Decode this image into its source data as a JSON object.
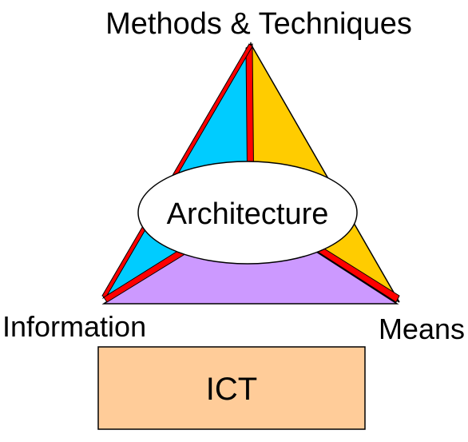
{
  "labels": {
    "top": "Methods & Techniques",
    "left": "Information",
    "right": "Means",
    "center": "Architecture",
    "base": "ICT"
  },
  "colors": {
    "left_face": "#00ccff",
    "right_face": "#ffcc00",
    "bottom_face": "#cc99ff",
    "divider": "#ff0000",
    "base_box": "#ffcc99",
    "outline": "#000000",
    "ellipse_fill": "#ffffff"
  }
}
